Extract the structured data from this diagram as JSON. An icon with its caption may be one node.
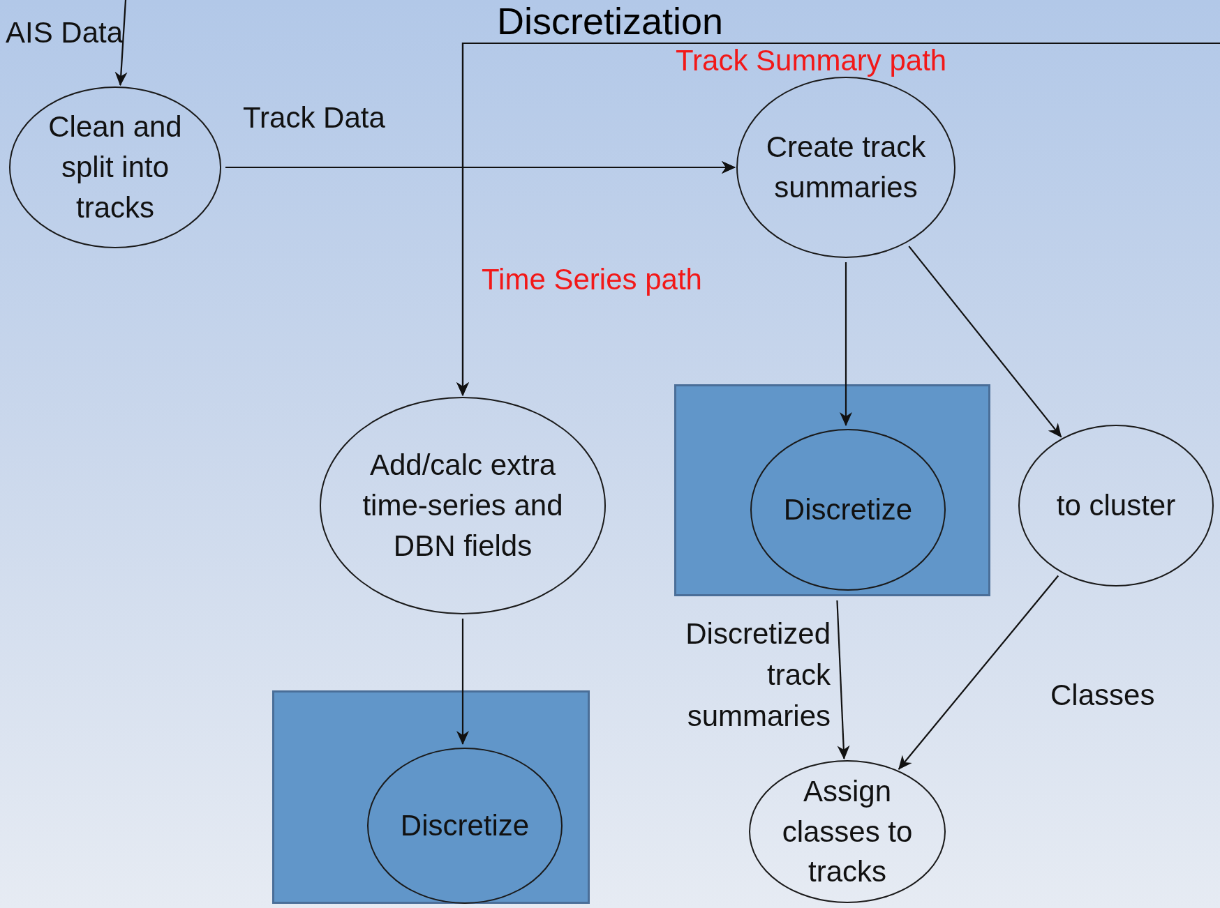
{
  "diagram": {
    "title": "Discretization",
    "nodes": [
      {
        "text": [
          "Clean and split into tracks"
        ]
      },
      {
        "text": [
          "Create track summaries"
        ]
      },
      {
        "text": [
          "Add/calc extra time-series and DBN fields"
        ]
      },
      {
        "text": [],
        "shape": "box"
      },
      {
        "text": [
          "Discretize"
        ],
        "in": 3
      },
      {
        "text": [
          "to cluster"
        ]
      },
      {
        "text": [],
        "shape": "box"
      },
      {
        "text": [
          "Discretize"
        ],
        "in": 6
      },
      {
        "text": [
          "Assign classes to tracks"
        ]
      }
    ],
    "edges": [
      {
        "from": null,
        "to": 0,
        "arrow": "to",
        "label": "AIS Data"
      },
      {
        "from": 0,
        "to": 1,
        "arrow": "to",
        "label": "Track Data"
      },
      {
        "from": 0,
        "to": 2,
        "arrow": "to"
      },
      {
        "from": null,
        "to": 1,
        "arrow": "to"
      },
      {
        "from": null,
        "to": 2,
        "arrow": "to"
      },
      {
        "from": 1,
        "to": 4,
        "arrow": "to"
      },
      {
        "from": 1,
        "to": 5,
        "arrow": "to"
      },
      {
        "from": 2,
        "to": 7,
        "arrow": "to"
      },
      {
        "from": 3,
        "to": 8,
        "arrow": "to",
        "label": "Discretized track summaries"
      },
      {
        "from": 5,
        "to": 8,
        "arrow": "to",
        "label": "Classes"
      }
    ],
    "labels": [
      "Track Summary path",
      "Time Series path"
    ]
  }
}
